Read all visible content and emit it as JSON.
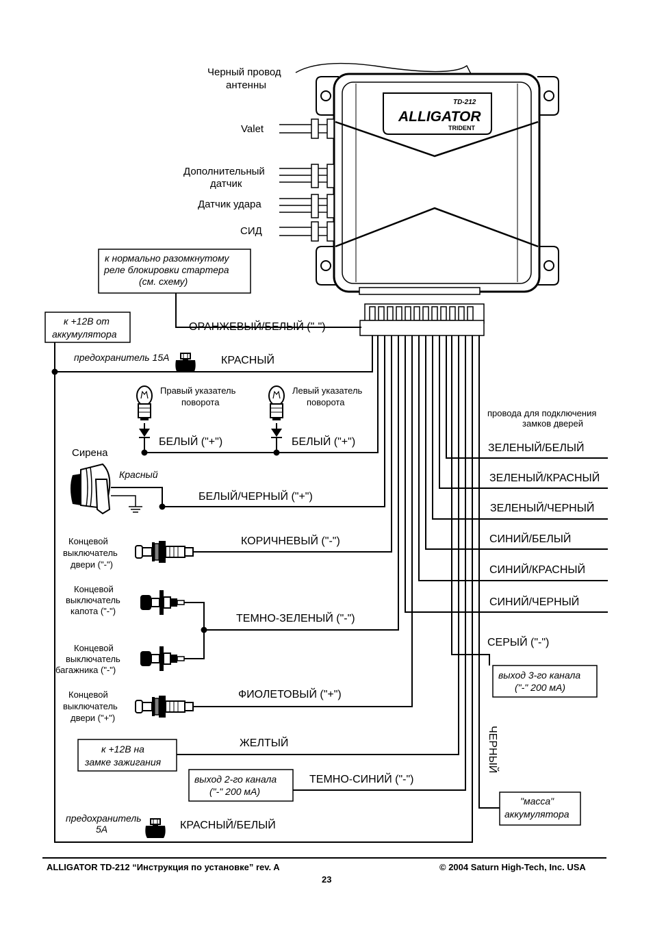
{
  "unit": {
    "logo": "ALLIGATOR",
    "model": "TD-212",
    "sub": "TRIDENT"
  },
  "left_inputs": {
    "antenna": [
      "Черный провод",
      "антенны"
    ],
    "valet": "Valet",
    "extra_sensor": [
      "Дополнительный",
      "датчик"
    ],
    "shock_sensor": "Датчик удара",
    "led": "СИД"
  },
  "boxes": {
    "starter_relay": [
      "к нормально разомкнутому",
      "реле блокировки стартера",
      "(см. схему)"
    ],
    "battery_12v": [
      "к +12В от",
      "аккумулятора"
    ],
    "ignition_12v": [
      "к +12В на",
      "замке зажигания"
    ],
    "ch2_out": [
      "выход 2-го канала",
      "(\"-\" 200 мА)"
    ],
    "ch3_out": [
      "выход 3-го канала",
      "(\"-\" 200 мА)"
    ],
    "ground": [
      "\"масса\"",
      "аккумулятора"
    ]
  },
  "wires": {
    "orange_white": "ОРАНЖЕВЫЙ/БЕЛЫЙ (\"-\")",
    "red": "КРАСНЫЙ",
    "fuse_15a": "предохранитель 15А",
    "white_right": "БЕЛЫЙ (\"+\")",
    "white_left": "БЕЛЫЙ (\"+\")",
    "white_black": "БЕЛЫЙ/ЧЕРНЫЙ (\"+\")",
    "brown": "КОРИЧНЕВЫЙ (\"-\")",
    "dark_green": "ТЕМНО-ЗЕЛЕНЫЙ (\"-\")",
    "violet": "ФИОЛЕТОВЫЙ (\"+\")",
    "yellow": "ЖЕЛТЫЙ",
    "dark_blue": "ТЕМНО-СИНИЙ (\"-\")",
    "red_white": "КРАСНЫЙ/БЕЛЫЙ",
    "fuse_5a": [
      "предохранитель",
      "5А"
    ],
    "gray": "СЕРЫЙ (\"-\")",
    "black": "ЧЕРНЫЙ"
  },
  "lamps": {
    "right_turn": [
      "Правый указатель",
      "поворота"
    ],
    "left_turn": [
      "Левый указатель",
      "поворота"
    ]
  },
  "siren": {
    "title": "Сирена",
    "wire": "Красный"
  },
  "switches": {
    "door_minus": [
      "Концевой",
      "выключатель",
      "двери (\"-\")"
    ],
    "hood": [
      "Концевой",
      "выключатель",
      "капота (\"-\")"
    ],
    "trunk": [
      "Концевой",
      "выключатель",
      "багажника (\"-\")"
    ],
    "door_plus": [
      "Концевой",
      "выключатель",
      "двери (\"+\")"
    ]
  },
  "door_locks": {
    "header": [
      "провода для подключения",
      "замков дверей"
    ],
    "wires": [
      "ЗЕЛЕНЫЙ/БЕЛЫЙ",
      "ЗЕЛЕНЫЙ/КРАСНЫЙ",
      "ЗЕЛЕНЫЙ/ЧЕРНЫЙ",
      "СИНИЙ/БЕЛЫЙ",
      "СИНИЙ/КРАСНЫЙ",
      "СИНИЙ/ЧЕРНЫЙ"
    ]
  },
  "footer": {
    "left": "ALLIGATOR TD-212 “Инструкция по установке” rev. A",
    "right": "© 2004 Saturn High-Tech, Inc. USA",
    "page": "23"
  }
}
